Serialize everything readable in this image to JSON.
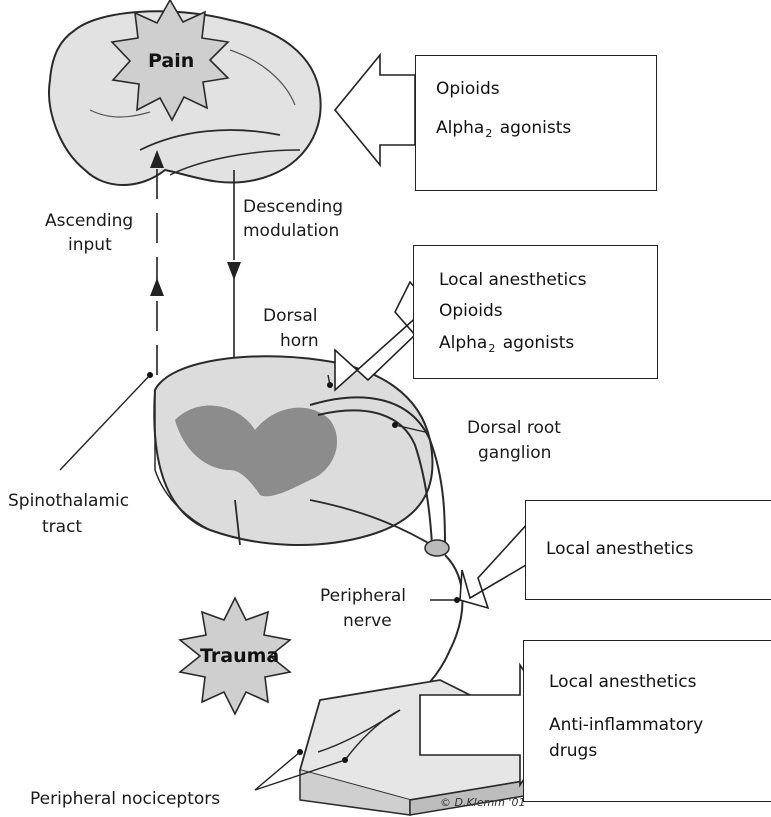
{
  "labels": {
    "pain": "Pain",
    "trauma": "Trauma",
    "ascending_1": "Ascending",
    "ascending_2": "input",
    "descending_1": "Descending",
    "descending_2": "modulation",
    "dorsal_horn_1": "Dorsal",
    "dorsal_horn_2": "horn",
    "dorsal_root_1": "Dorsal root",
    "dorsal_root_2": "ganglion",
    "spinothalamic_1": "Spinothalamic",
    "spinothalamic_2": "tract",
    "peripheral_nerve_1": "Peripheral",
    "peripheral_nerve_2": "nerve",
    "peripheral_nociceptors": "Peripheral nociceptors",
    "credit": "© D.Klemm '01"
  },
  "drug_boxes": {
    "brain": {
      "line1": "Opioids",
      "alpha_prefix": "Alpha",
      "alpha_sub": "2",
      "alpha_suffix": "agonists"
    },
    "dorsal_horn": {
      "line1": "Local anesthetics",
      "line2": "Opioids",
      "alpha_prefix": "Alpha",
      "alpha_sub": "2",
      "alpha_suffix": "agonists"
    },
    "peripheral_nerve": {
      "line1": "Local anesthetics"
    },
    "nociceptors": {
      "line1": "Local anesthetics",
      "line2": "Anti-inflammatory",
      "line3": "drugs"
    }
  },
  "colors": {
    "tissue": "#dcdcdc",
    "grey_matter": "#8c8c8c",
    "outline": "#2a2a2a",
    "star_fill": "#cfcfcf"
  }
}
